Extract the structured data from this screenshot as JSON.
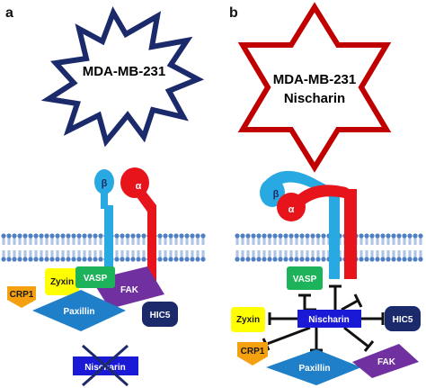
{
  "panels": {
    "a": {
      "letter": "a",
      "cell_line": "MDA-MB-231",
      "integrin_beta": "β",
      "integrin_alpha": "α",
      "proteins": {
        "crp1": "CRP1",
        "zyxin": "Zyxin",
        "vasp": "VASP",
        "fak": "FAK",
        "paxillin": "Paxillin",
        "hic5": "HIC5",
        "nischarin": "Nischarin"
      }
    },
    "b": {
      "letter": "b",
      "cell_line_1": "MDA-MB-231",
      "cell_line_2": "Nischarin",
      "integrin_beta": "β",
      "integrin_alpha": "α",
      "proteins": {
        "vasp": "VASP",
        "nischarin": "Nischarin",
        "zyxin": "Zyxin",
        "hic5": "HIC5",
        "crp1": "CRP1",
        "paxillin": "Paxillin",
        "fak": "FAK"
      }
    }
  },
  "colors": {
    "star_a_outline": "#1b2a6b",
    "star_b_outline": "#c00000",
    "integrin_beta": "#29a9e1",
    "integrin_alpha": "#e8141b",
    "membrane": "#4f7fc0",
    "zyxin": "#ffff00",
    "vasp": "#1db35a",
    "fak": "#7030a0",
    "paxillin": "#1f7fc9",
    "crp1": "#f5a10f",
    "hic5": "#1b2a6b",
    "nischarin": "#1a1ad6",
    "cross": "#1b2a6b"
  }
}
